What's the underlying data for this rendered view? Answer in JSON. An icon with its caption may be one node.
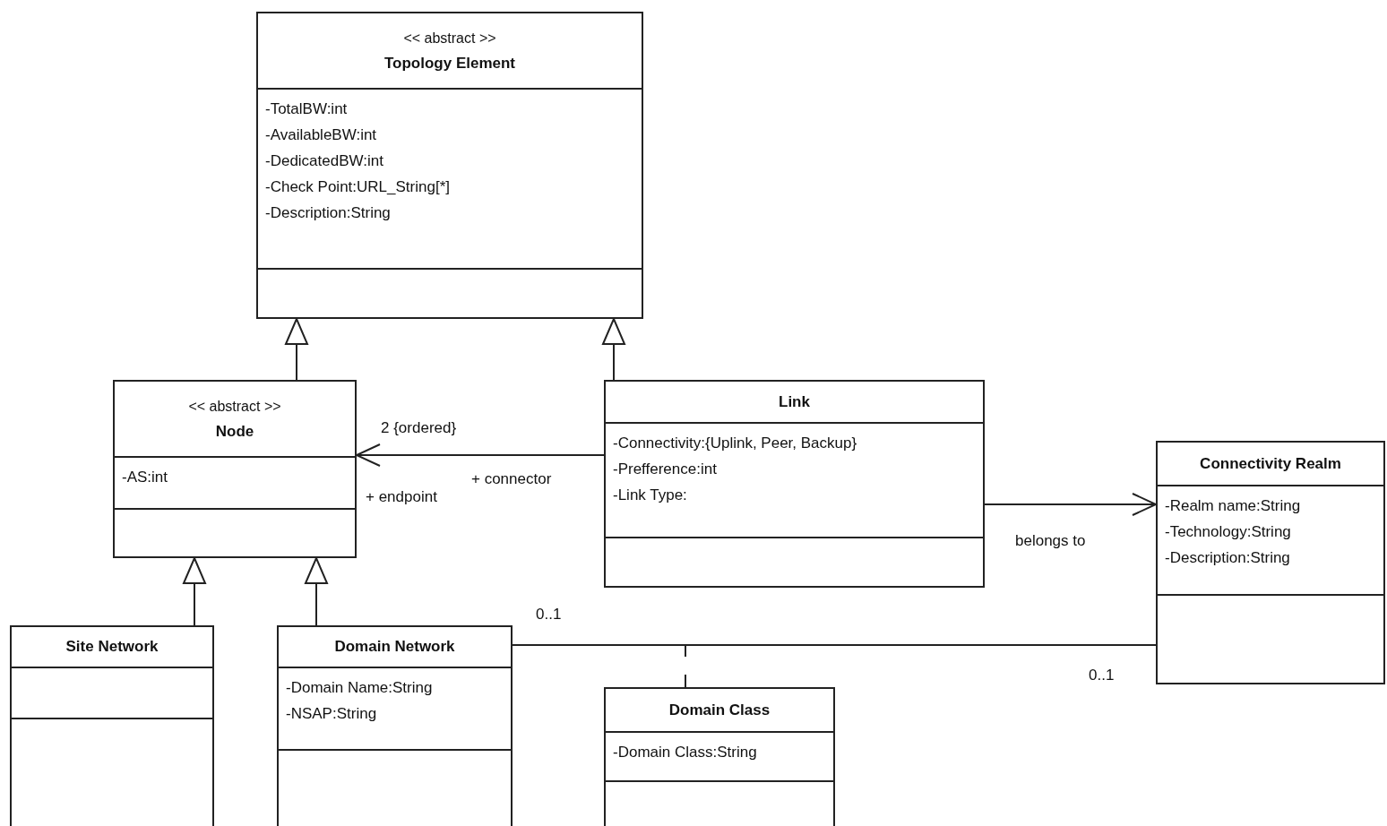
{
  "diagram": {
    "nodes": [
      {
        "text": [
          "<< abstract >>",
          "Topology Element",
          "-TotalBW:int",
          "-AvailableBW:int",
          "-DedicatedBW:int",
          "-Check Point:URL_String[*]",
          "-Description:String"
        ]
      },
      {
        "text": [
          "<< abstract >>",
          "Node",
          "-AS:int"
        ]
      },
      {
        "text": [
          "Link",
          "-Connectivity:{Uplink, Peer, Backup}",
          "-Prefference:int",
          "-Link Type:"
        ]
      },
      {
        "text": [
          "Connectivity Realm",
          "-Realm name:String",
          "-Technology:String",
          "-Description:String"
        ]
      },
      {
        "text": [
          "Site Network"
        ]
      },
      {
        "text": [
          "Domain Network",
          "-Domain Name:String",
          "-NSAP:String"
        ]
      },
      {
        "text": [
          "Domain Class",
          "-Domain Class:String"
        ]
      }
    ],
    "edges": [
      {
        "from": 1,
        "to": 0,
        "arrow": "to"
      },
      {
        "from": 2,
        "to": 0,
        "arrow": "to"
      },
      {
        "from": 4,
        "to": 1,
        "arrow": "to"
      },
      {
        "from": 5,
        "to": 1,
        "arrow": "to"
      },
      {
        "from": 2,
        "to": 1,
        "arrow": "to"
      },
      {
        "from": 2,
        "to": 3,
        "arrow": "to",
        "label": "belongs to"
      },
      {
        "from": 5,
        "to": 3,
        "arrow": "none"
      },
      {
        "from": 6,
        "to": null,
        "arrow": "none",
        "style": "dashed"
      }
    ],
    "labels": [
      "2 {ordered}",
      "+ connector",
      "+ endpoint",
      "0..1",
      "0..1"
    ]
  }
}
